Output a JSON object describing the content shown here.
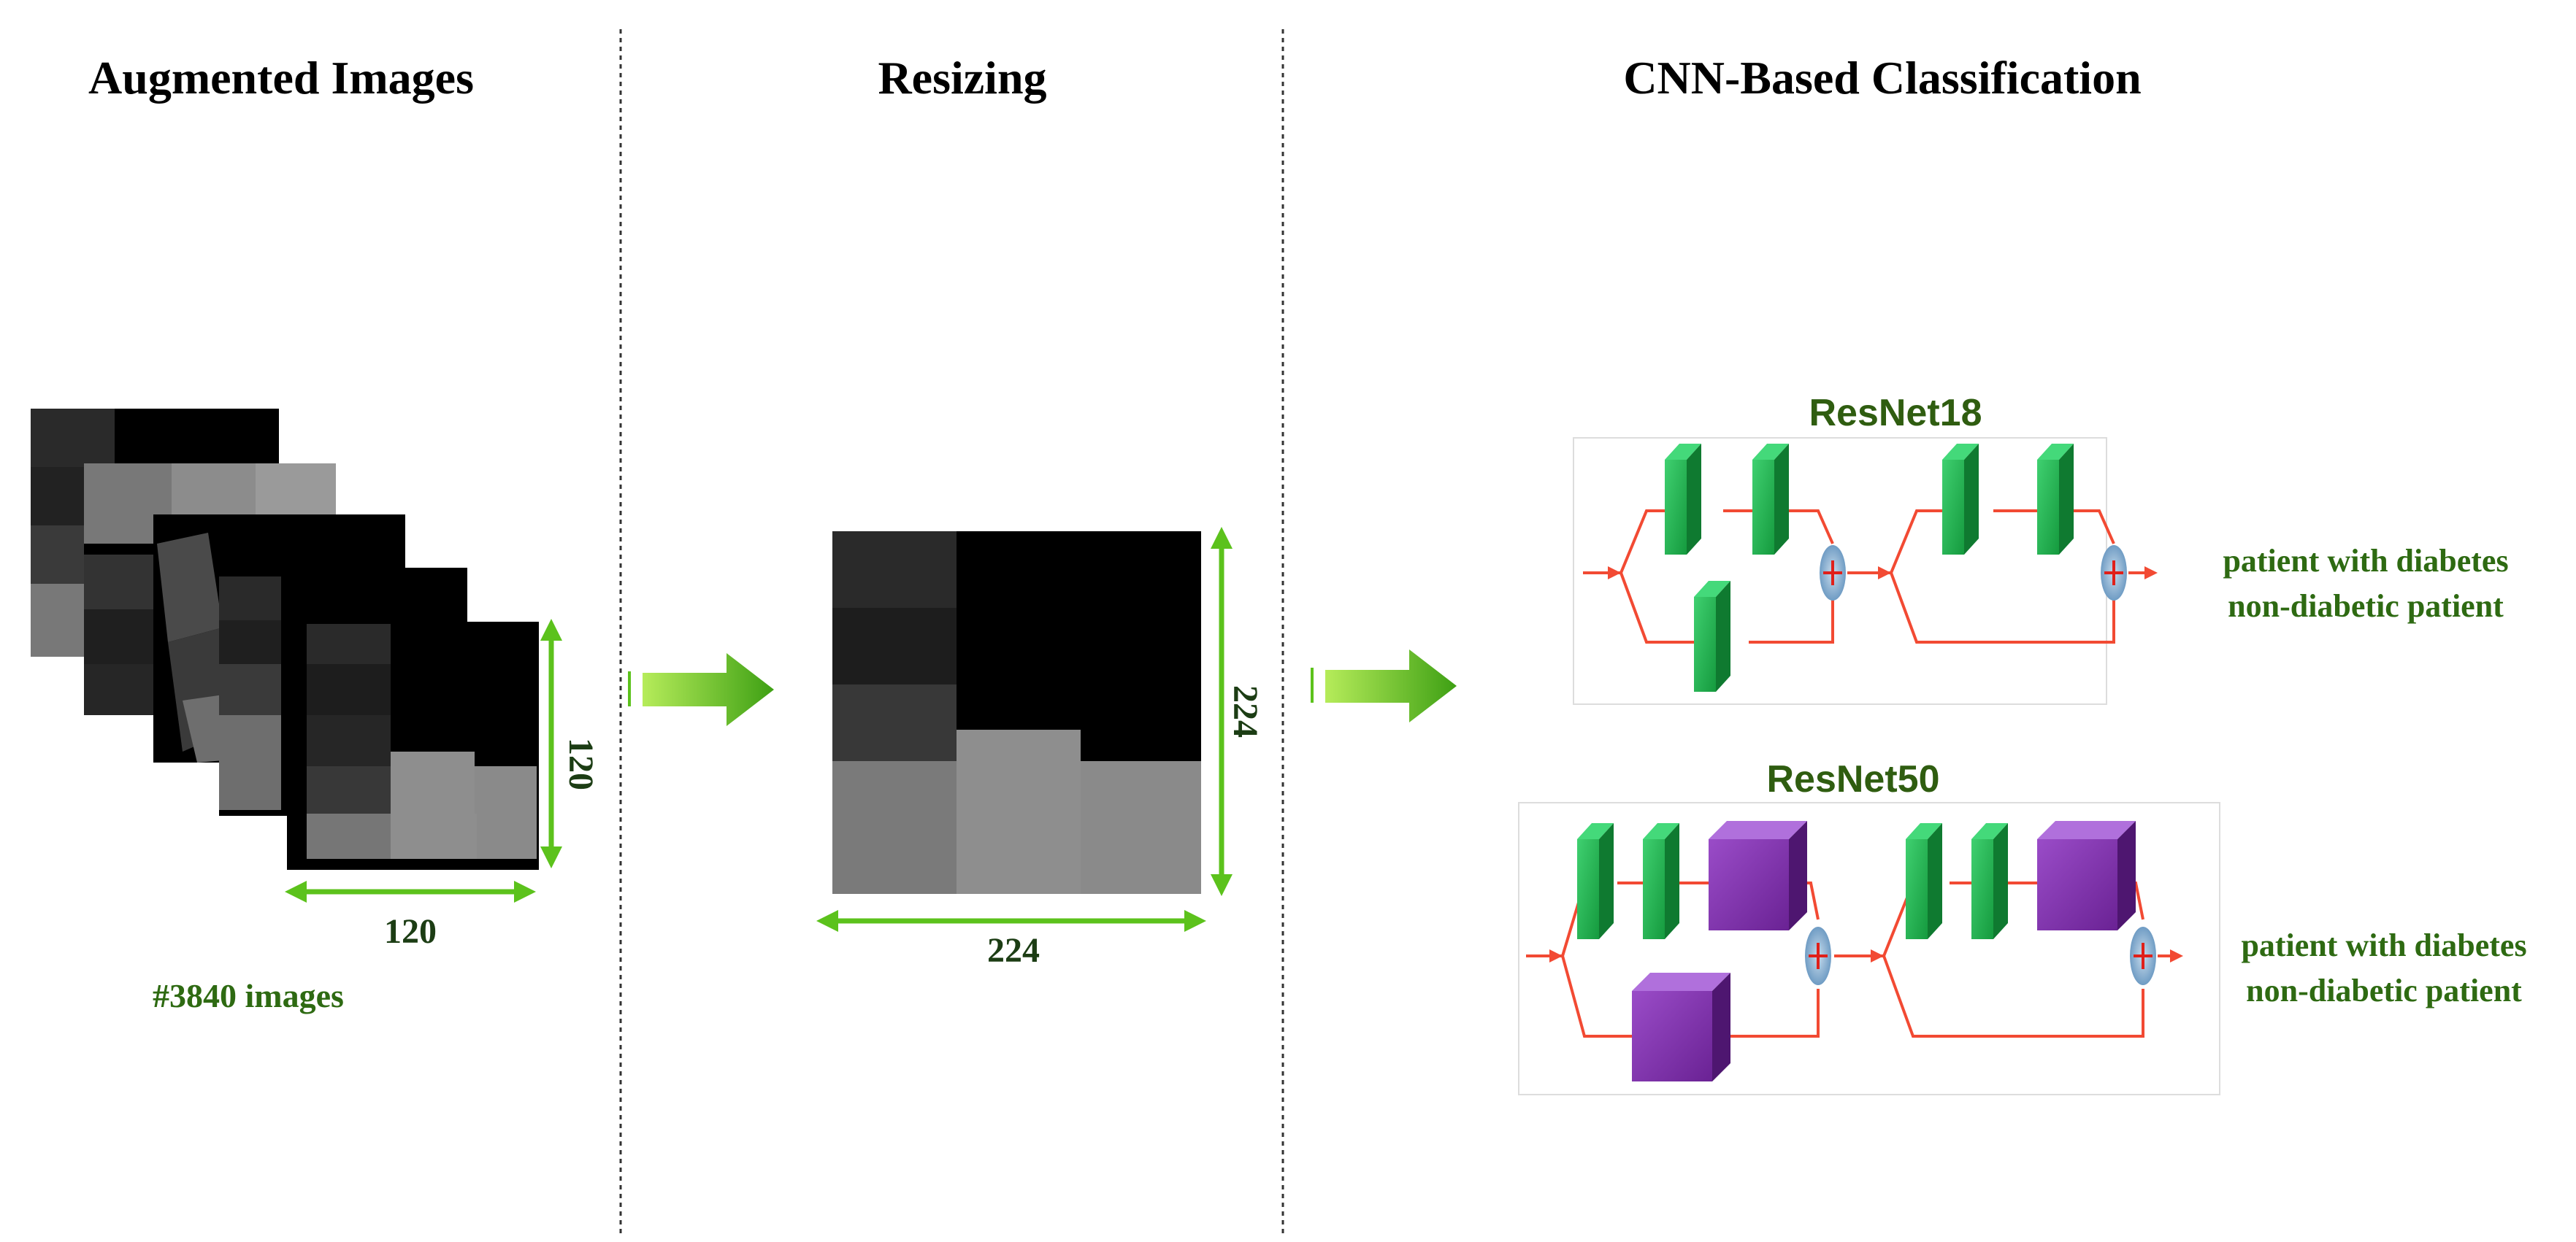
{
  "sections": {
    "augmented": {
      "title": "Augmented Images",
      "height_label": "120",
      "width_label": "120",
      "count_label": "#3840 images"
    },
    "resizing": {
      "title": "Resizing",
      "height_label": "224",
      "width_label": "224"
    },
    "classification": {
      "title": "CNN-Based Classification",
      "models": [
        {
          "name": "ResNet18",
          "outputs": [
            "patient with diabetes",
            "non-diabetic patient"
          ]
        },
        {
          "name": "ResNet50",
          "outputs": [
            "patient with diabetes",
            "non-diabetic patient"
          ]
        }
      ]
    }
  },
  "colors": {
    "arrow_green": "#5cc21c",
    "block_green": "#22b34e",
    "block_purple": "#7a2ea6",
    "residual_red": "#f24a33",
    "sum_node_blue": "#8fb3d1",
    "text_dark_green": "#2e6a12"
  }
}
